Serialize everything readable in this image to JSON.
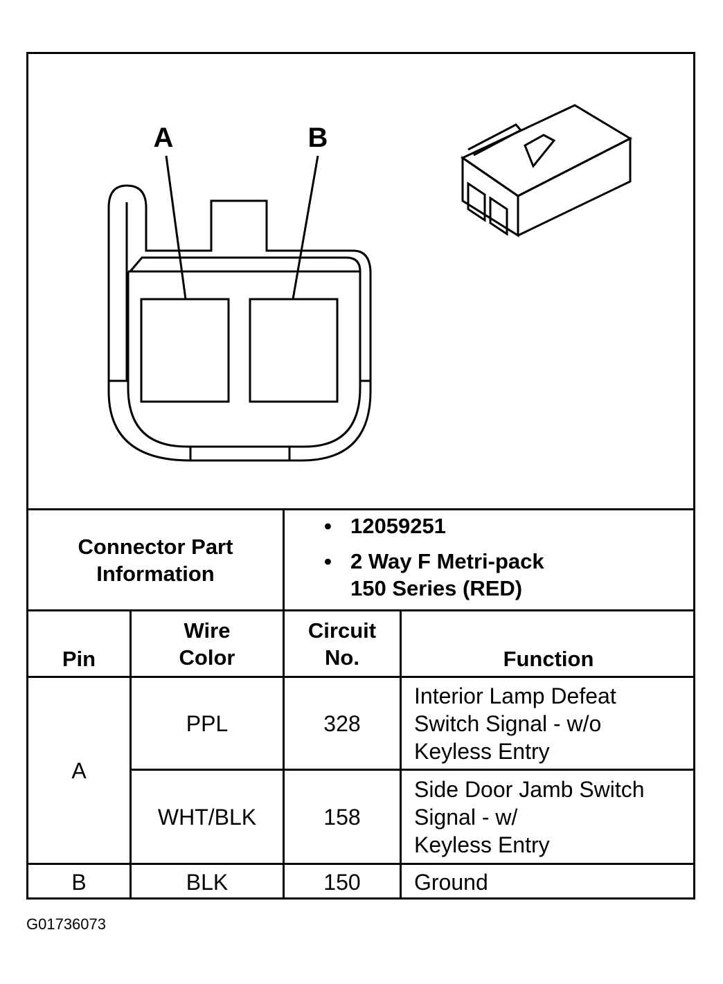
{
  "diagram": {
    "pin_labels": [
      "A",
      "B"
    ]
  },
  "connector_info": {
    "label": "Connector Part\nInformation",
    "items": [
      "12059251",
      "2 Way F Metri-pack\n150 Series (RED)"
    ]
  },
  "table": {
    "headers": {
      "pin": "Pin",
      "wire_color": "Wire\nColor",
      "circuit_no": "Circuit\nNo.",
      "function": "Function"
    },
    "rows": [
      {
        "pin": "A",
        "wire_color": "PPL",
        "circuit_no": "328",
        "function": "Interior Lamp Defeat\nSwitch Signal - w/o\nKeyless Entry"
      },
      {
        "pin": "A",
        "wire_color": "WHT/BLK",
        "circuit_no": "158",
        "function": "Side Door Jamb Switch\nSignal - w/\nKeyless Entry"
      },
      {
        "pin": "B",
        "wire_color": "BLK",
        "circuit_no": "150",
        "function": "Ground"
      }
    ]
  },
  "figure_code": "G01736073"
}
